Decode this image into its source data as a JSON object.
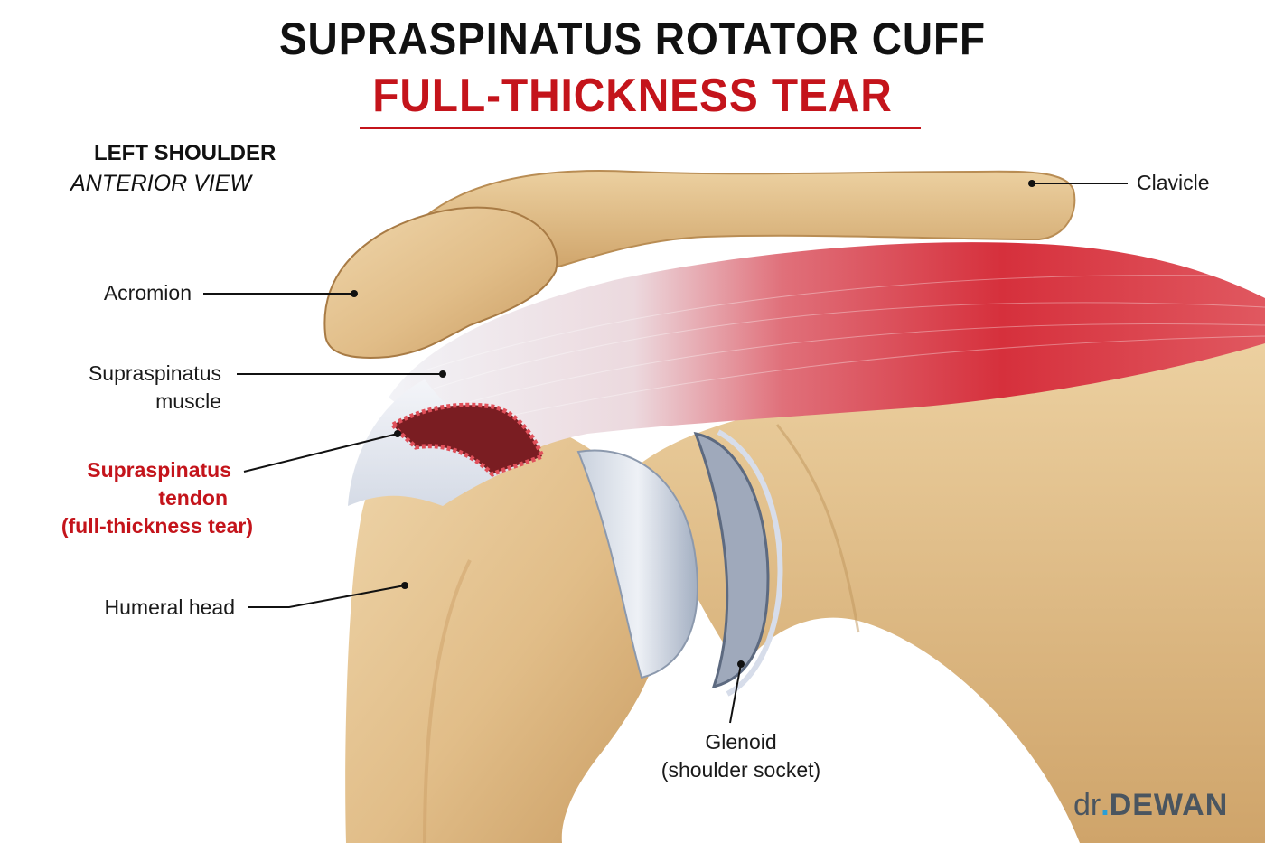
{
  "title": {
    "line1": "SUPRASPINATUS ROTATOR CUFF",
    "line2": "FULL-THICKNESS TEAR"
  },
  "view": {
    "side": "LEFT SHOULDER",
    "orientation": "ANTERIOR VIEW"
  },
  "labels": {
    "clavicle": "Clavicle",
    "acromion": "Acromion",
    "supraspinatus_muscle": [
      "Supraspinatus",
      "muscle"
    ],
    "supraspinatus_tendon": [
      "Supraspinatus",
      "tendon",
      "(full-thickness tear)"
    ],
    "humeral_head": "Humeral head",
    "glenoid": [
      "Glenoid",
      "(shoulder socket)"
    ]
  },
  "brand": {
    "prefix": "dr",
    "dot": ".",
    "name": "DEWAN"
  },
  "colors": {
    "title_red": "#c4141b",
    "bone": "#e2c08e",
    "muscle": "#d8303c",
    "tendon": "#eef0f5",
    "cartilage": "#a8b4c6"
  }
}
